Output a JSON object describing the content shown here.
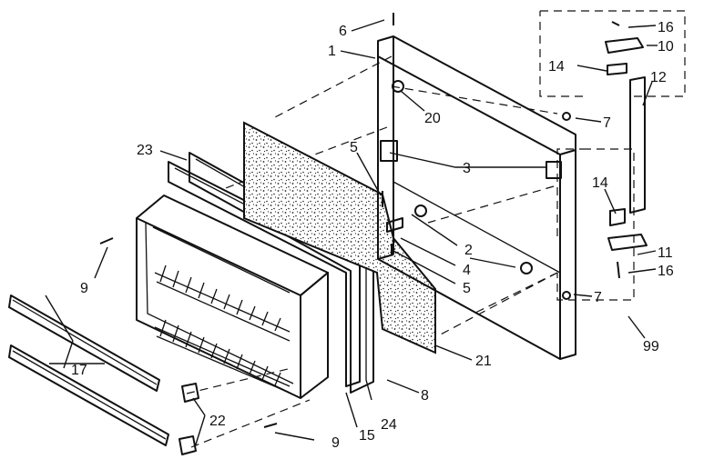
{
  "callouts": {
    "c1": "1",
    "c2": "2",
    "c3": "3",
    "c4": "4",
    "c5a": "5",
    "c5b": "5",
    "c6": "6",
    "c7a": "7",
    "c7b": "7",
    "c8": "8",
    "c9a": "9",
    "c9b": "9",
    "c10": "10",
    "c11": "11",
    "c12": "12",
    "c14a": "14",
    "c14b": "14",
    "c15": "15",
    "c16a": "16",
    "c16b": "16",
    "c17": "17",
    "c20": "20",
    "c21": "21",
    "c22": "22",
    "c23": "23",
    "c24": "24",
    "c99": "99"
  }
}
